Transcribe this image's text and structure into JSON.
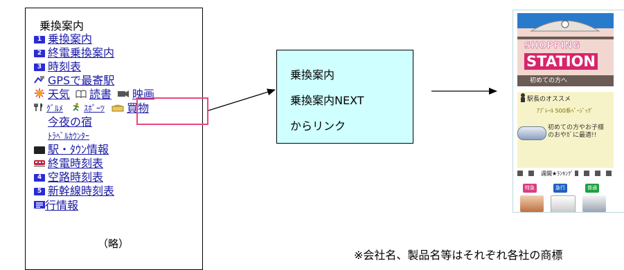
{
  "menu": {
    "title": "乗換案内",
    "items": [
      {
        "key": "transfer",
        "label": "乗換案内",
        "icon": "1",
        "color": "#2b2bd6"
      },
      {
        "key": "last_train",
        "label": "終電乗換案内",
        "icon": "2",
        "color": "#2b2bd6"
      },
      {
        "key": "timetable",
        "label": "時刻表",
        "icon": "3",
        "color": "#2b2bd6"
      },
      {
        "key": "gps",
        "label": "GPSで最寄駅"
      },
      {
        "key": "weather",
        "label": "天気"
      },
      {
        "key": "reading",
        "label": "読書"
      },
      {
        "key": "movie",
        "label": "映画"
      },
      {
        "key": "gourmet",
        "label": "ｸﾞﾙﾒ"
      },
      {
        "key": "sports",
        "label": "ｽﾎﾟｰﾂ"
      },
      {
        "key": "shopping",
        "label": "買物"
      },
      {
        "key": "tonight_inn",
        "label": "今夜の宿"
      },
      {
        "key": "travel_counter",
        "label": "ﾄﾗﾍﾞﾙｶｳﾝﾀｰ"
      },
      {
        "key": "station_town",
        "label": "駅・ﾀｳﾝ情報"
      },
      {
        "key": "last_timetable",
        "label": "終電時刻表"
      },
      {
        "key": "air_timetable",
        "label": "空路時刻表",
        "icon": "4"
      },
      {
        "key": "shinkansen",
        "label": "新幹線時刻表",
        "icon": "5"
      },
      {
        "key": "operation",
        "label": "行情報"
      }
    ],
    "omitted": "（略）"
  },
  "info_box": {
    "line1": "乗換案内",
    "line2": "乗換案内NEXT",
    "line3": "からリンク"
  },
  "screenshot": {
    "logo_top": "SHOPPING",
    "logo_bottom": "STATION",
    "bar_text": "初めての方へ",
    "station_title": "駅長のオススメ",
    "station_line1": "ｱﾌﾞﾚｰﾙ 500系ﾍﾟｰｼﾞｯｸﾞ",
    "station_line2a": "初めての方やお子様",
    "station_line2b": "のおやｶﾞに最適!!",
    "ranking": "週間★ﾗﾝｷﾝｸﾞ",
    "badges": [
      "特急",
      "急行",
      "普通"
    ]
  },
  "footnote": "※会社名、製品名等はそれぞれ各社の商標",
  "colors": {
    "link": "#1a1aa6",
    "highlight": "#e8467c",
    "info_bg": "#cfffff",
    "station_pink": "#d8246a"
  },
  "icons": {
    "gps": "satellite-icon",
    "weather": "sun-icon",
    "reading": "book-icon",
    "movie": "film-icon",
    "gourmet": "fork-knife-icon",
    "sports": "runner-icon",
    "shopping": "shopping-bag-icon",
    "station_town": "station-sign-icon",
    "last_timetable": "train-icon"
  }
}
